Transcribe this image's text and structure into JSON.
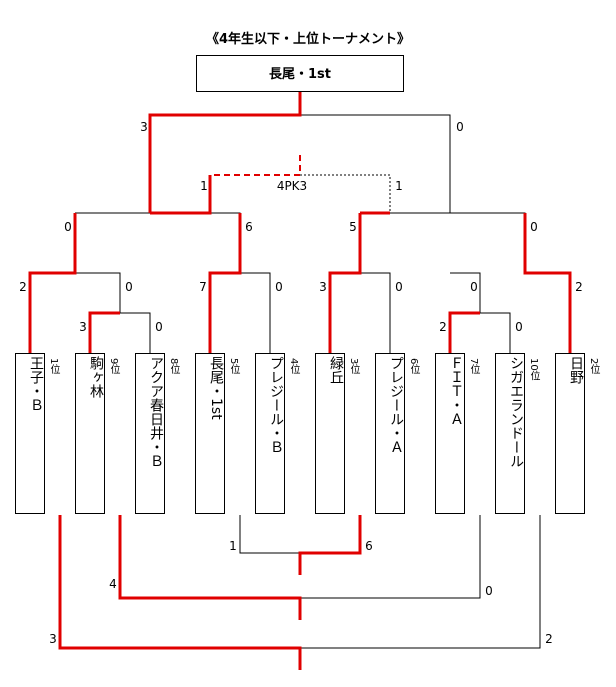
{
  "title": "《4年生以下・上位トーナメント》",
  "champion": "長尾・1st",
  "pk_note": "4PK3",
  "teams": [
    {
      "name": "王子・Ｂ",
      "rank": "1位"
    },
    {
      "name": "駒ヶ林",
      "rank": "9位"
    },
    {
      "name": "アクア春日井・Ｂ",
      "rank": "8位"
    },
    {
      "name": "長尾・1st",
      "rank": "5位"
    },
    {
      "name": "プレジール・Ｂ",
      "rank": "4位"
    },
    {
      "name": "緑丘",
      "rank": "3位"
    },
    {
      "name": "プレジール・Ａ",
      "rank": "6位"
    },
    {
      "name": "ＦＩＴ・Ａ",
      "rank": "7位"
    },
    {
      "name": "シガエランドール",
      "rank": "10位"
    },
    {
      "name": "日野",
      "rank": "2位"
    }
  ],
  "scores": {
    "final_left": "3",
    "final_right": "0",
    "sf_left": "1",
    "sf_right": "1",
    "qf1_left": "0",
    "qf1_right": "6",
    "qf2_left": "5",
    "qf2_right": "0",
    "r1_a": "2",
    "r1_b": "0",
    "r1_c": "7",
    "r1_d": "0",
    "r1_e": "3",
    "r1_f": "0",
    "r1_g": "0",
    "r1_h": "2",
    "r0_a": "3",
    "r0_b": "0",
    "r0_c": "2",
    "r0_d": "0",
    "low1_left": "1",
    "low1_right": "6",
    "low2_left": "4",
    "low2_right": "0",
    "low3_left": "3",
    "low3_right": "2"
  }
}
